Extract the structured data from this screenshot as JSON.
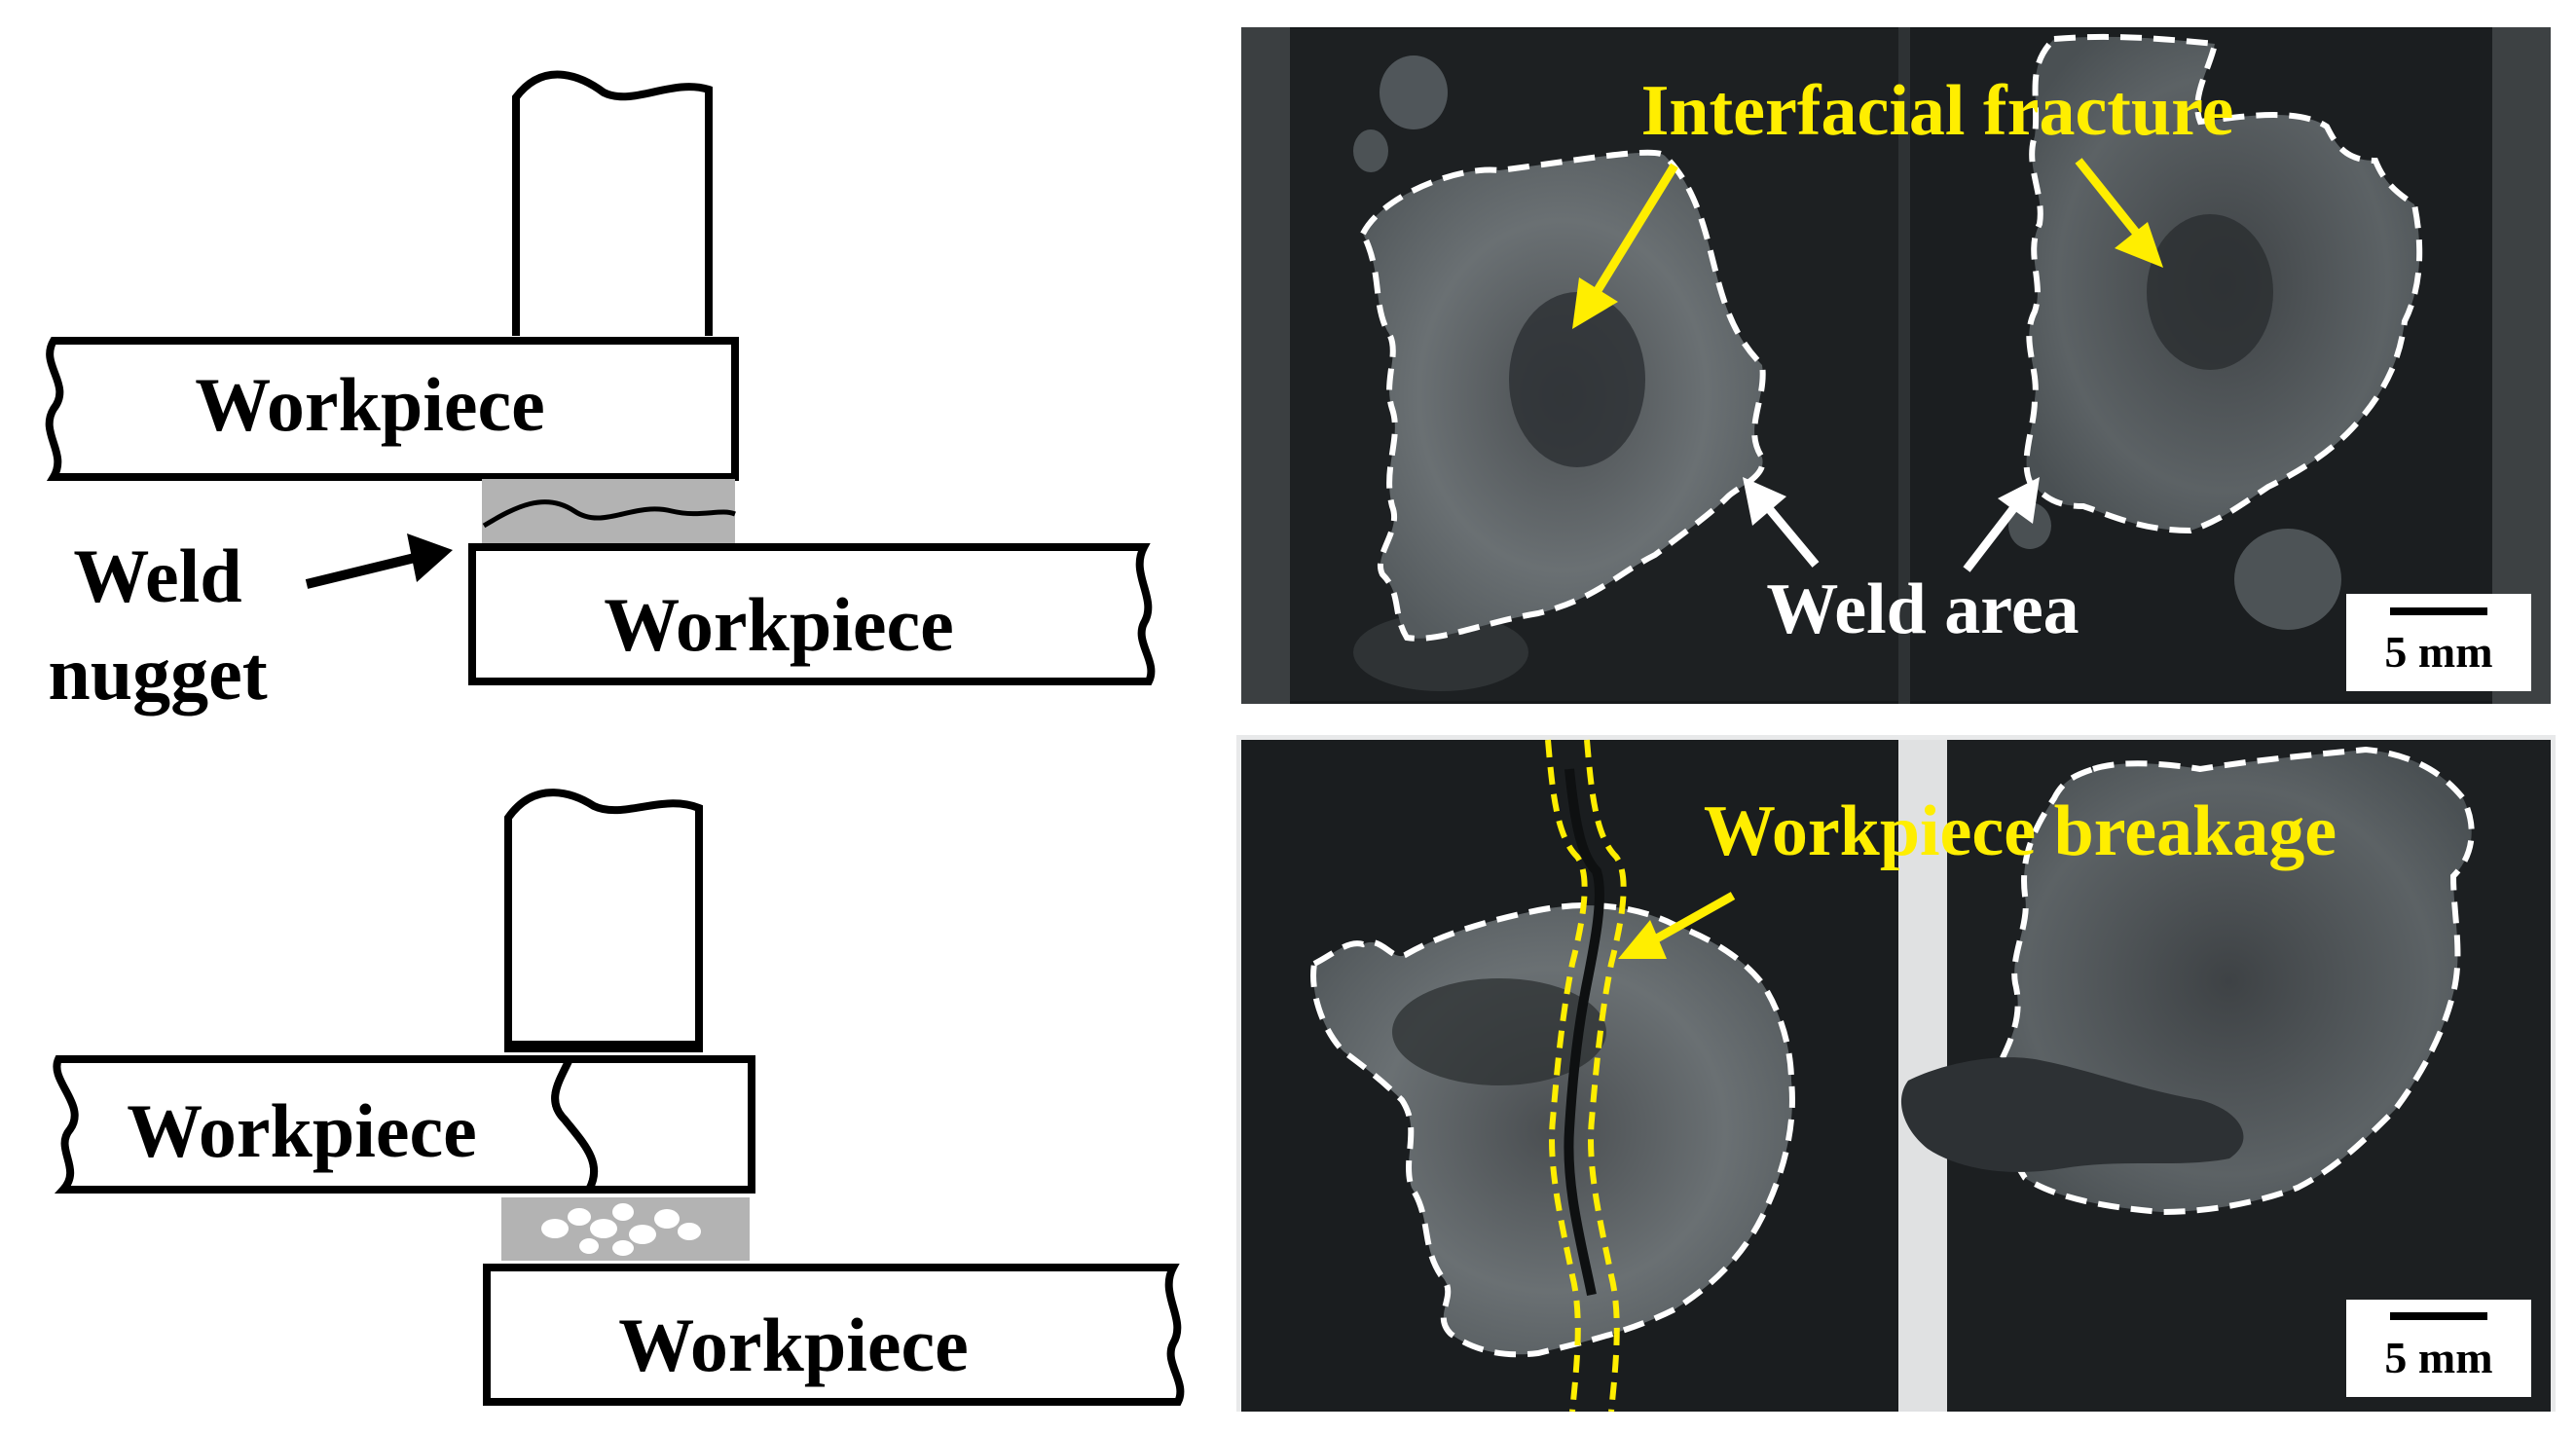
{
  "schematic_top": {
    "upper_workpiece": "Workpiece",
    "lower_workpiece": "Workpiece",
    "weld_label_line1": "Weld",
    "weld_label_line2": "nugget"
  },
  "schematic_bottom": {
    "upper_workpiece": "Workpiece",
    "lower_workpiece": "Workpiece"
  },
  "photo_top": {
    "annotation_fracture": "Interfacial fracture",
    "annotation_weld_area": "Weld area",
    "scale_bar": "5 mm"
  },
  "photo_bottom": {
    "annotation_breakage": "Workpiece breakage",
    "scale_bar": "5 mm"
  },
  "colors": {
    "annotation_yellow": "#ffee00",
    "annotation_white": "#ffffff",
    "specimen_dark": "#1a1d1f",
    "nugget_gray": "#b3b3b3"
  }
}
